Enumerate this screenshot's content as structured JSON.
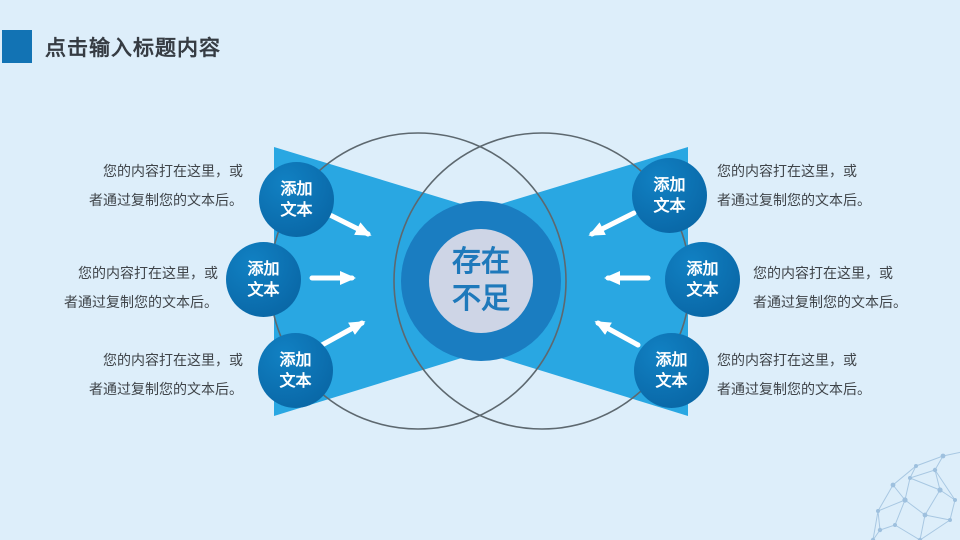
{
  "slide": {
    "title": "点击输入标题内容",
    "diagram": {
      "center_label": "存在\n不足",
      "nodes": [
        {
          "id": "left-top",
          "label": "添加\n文本",
          "desc": "您的内容打在这里，或\n者通过复制您的文本后。"
        },
        {
          "id": "left-middle",
          "label": "添加\n文本",
          "desc": "您的内容打在这里，或\n者通过复制您的文本后。"
        },
        {
          "id": "left-bottom",
          "label": "添加\n文本",
          "desc": "您的内容打在这里，或\n者通过复制您的文本后。"
        },
        {
          "id": "right-top",
          "label": "添加\n文本",
          "desc": "您的内容打在这里，或\n者通过复制您的文本后。"
        },
        {
          "id": "right-middle",
          "label": "添加\n文本",
          "desc": "您的内容打在这里，或\n者通过复制您的文本后。"
        },
        {
          "id": "right-bottom",
          "label": "添加\n文本",
          "desc": "您的内容打在这里，或\n者通过复制您的文本后。"
        }
      ]
    }
  },
  "colors": {
    "background": "#ddeefa",
    "title_accent": "#1273b4",
    "title_text": "#363c43",
    "fan": "#29a7e2",
    "center_ring": "#1a7dc1",
    "center_inner": "#ced5e6",
    "center_text": "#1e79bb",
    "node_circle": "#0b6dad",
    "node_text": "#ffffff",
    "body_text": "#3f4449",
    "venn_outline": "#5d686f",
    "arrow": "#ffffff",
    "plexus": "#7da9cf"
  }
}
